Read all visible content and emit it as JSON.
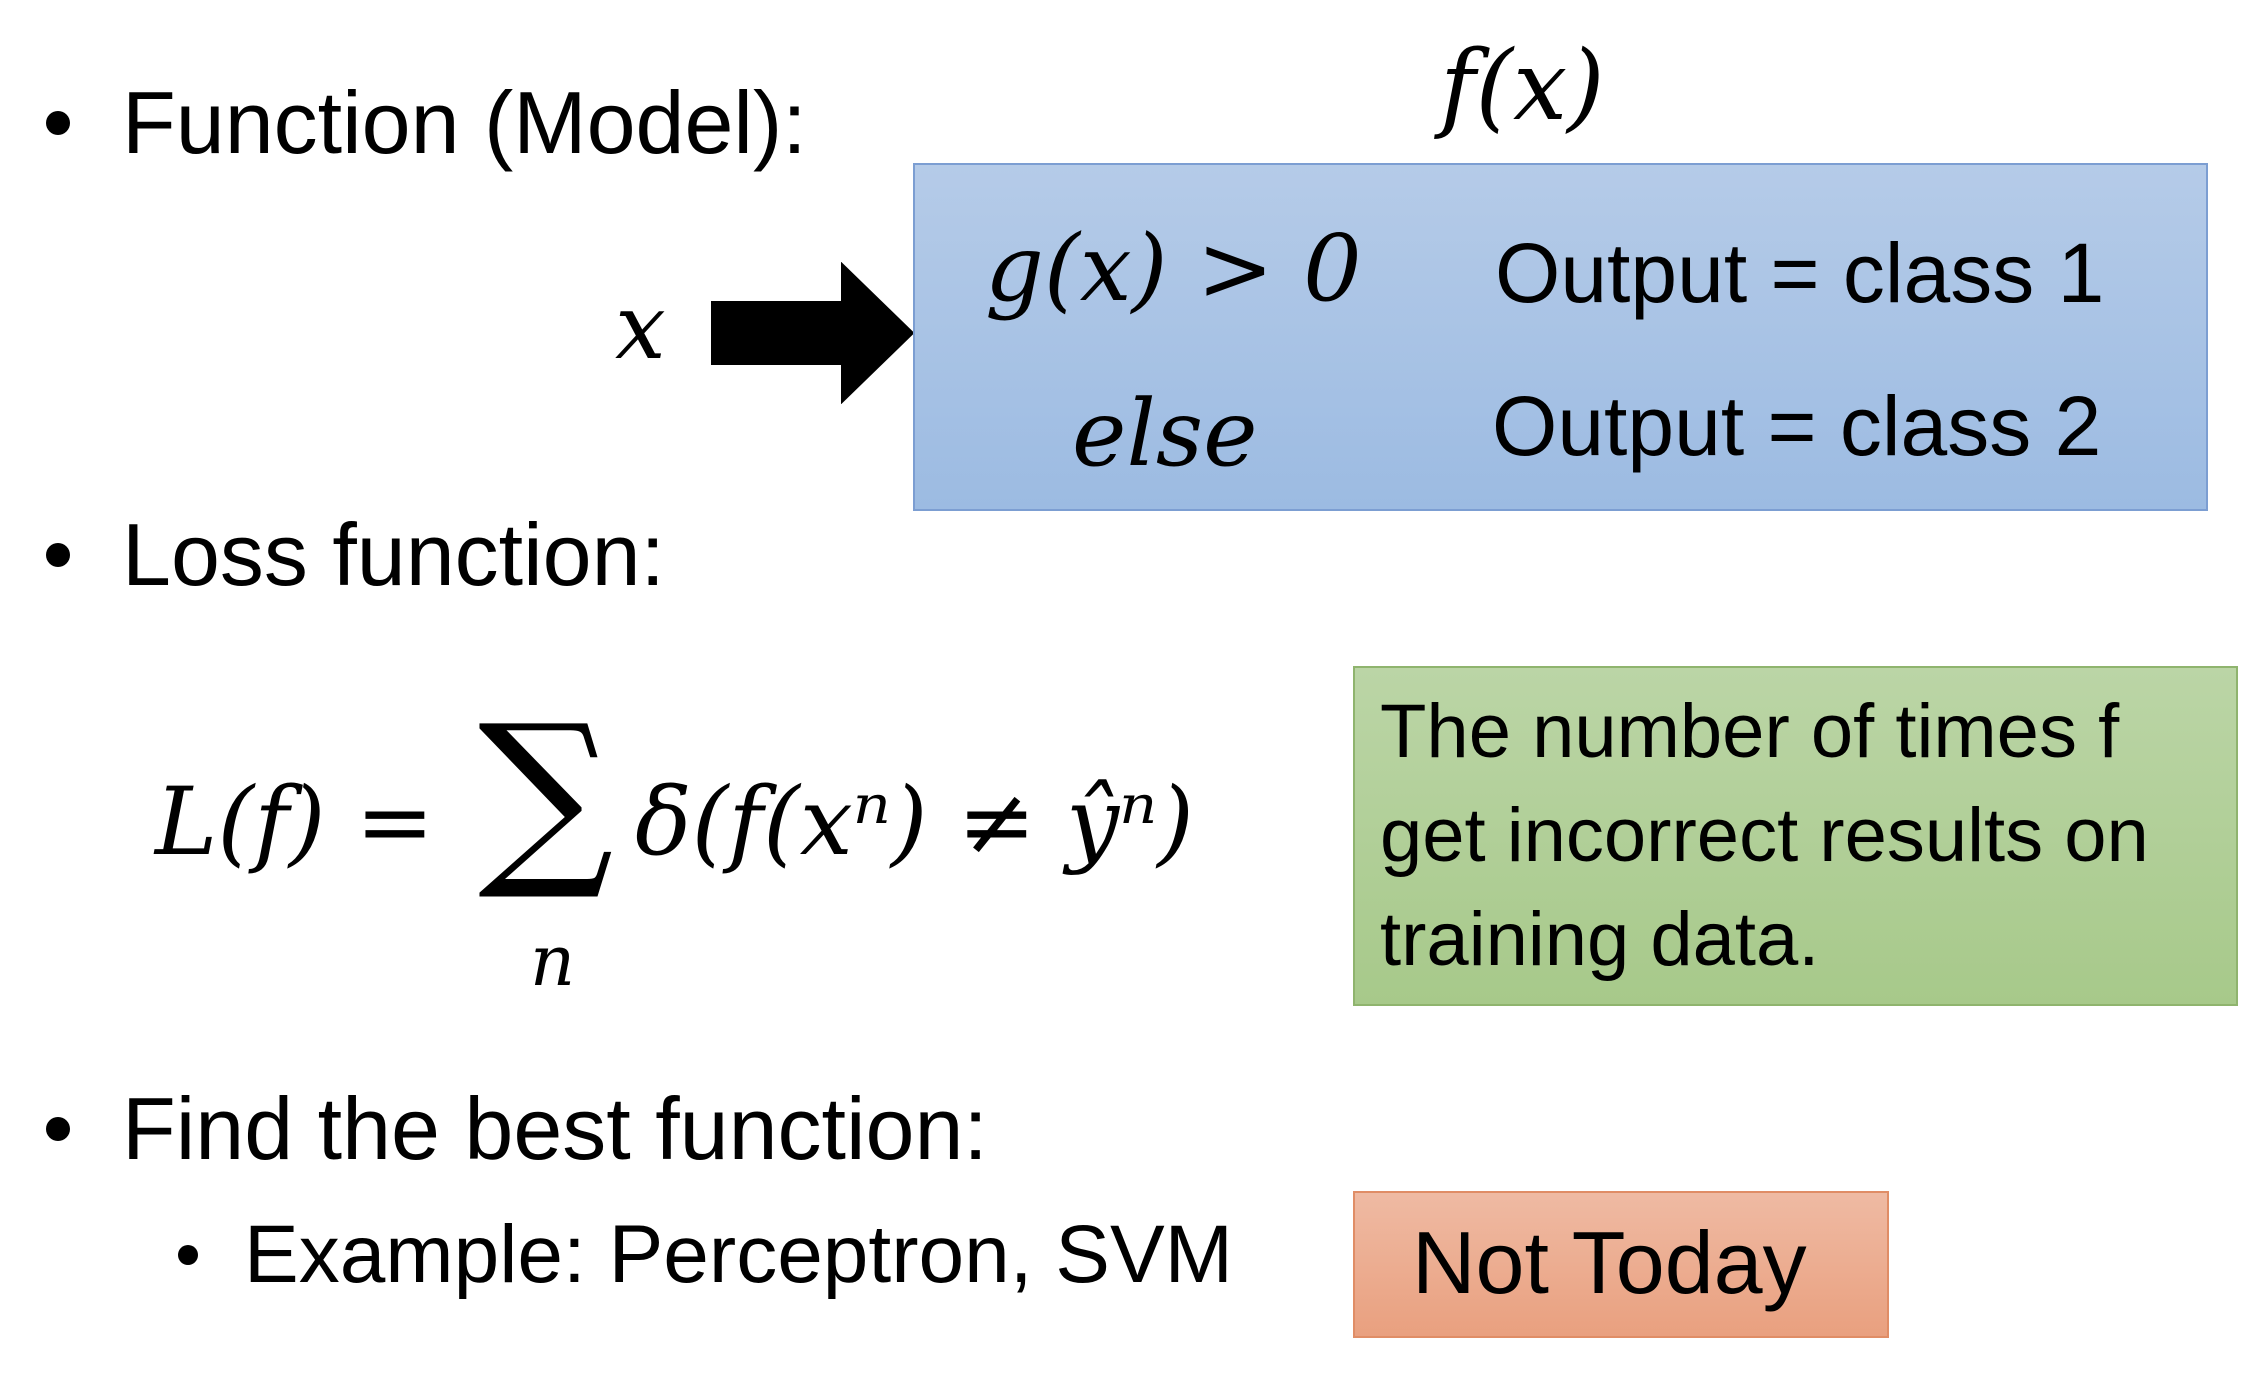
{
  "bullets": {
    "function_model": "Function (Model):",
    "loss_function": "Loss function:",
    "find_best": "Find the best function:",
    "example": "Example: Perceptron, SVM"
  },
  "model_diagram": {
    "fx_label": "f(x)",
    "input_label": "x",
    "condition": "g(x) > 0",
    "else_label": "else",
    "output_1": "Output = class 1",
    "output_2": "Output = class 2"
  },
  "loss": {
    "lhs": "L(f) =",
    "sum_symbol": "∑",
    "sum_index": "n",
    "body": "δ(f(xⁿ) ≠ ŷⁿ)"
  },
  "green_note": {
    "lines": [
      "The number of times f",
      "get incorrect results on",
      "training data."
    ]
  },
  "red_note": {
    "label": "Not Today"
  },
  "colors": {
    "blue_box": "#a9c3e6",
    "green_box": "#b0cf95",
    "red_box": "#eca98b"
  }
}
